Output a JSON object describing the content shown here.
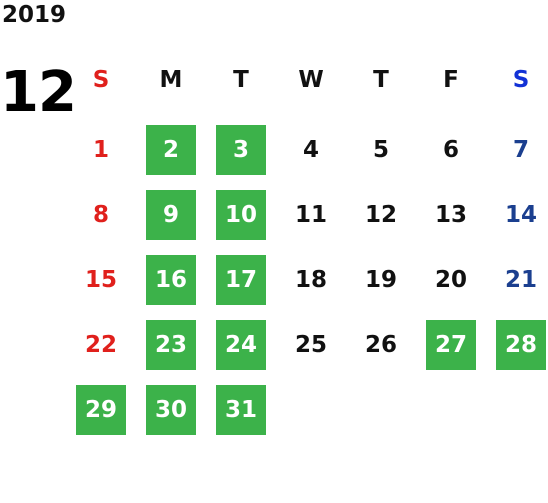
{
  "calendar": {
    "year": "2019",
    "month": "12",
    "weekdays": [
      "S",
      "M",
      "T",
      "W",
      "T",
      "F",
      "S"
    ],
    "first_weekday_index": 0,
    "colors": {
      "default": "#111111",
      "sunday": "#e0201c",
      "saturday": "#1b3f8f",
      "saturday_header": "#1232d6",
      "highlight_bg": "#3cb24a",
      "highlight_text": "#ffffff"
    },
    "days": [
      {
        "day": "1",
        "highlight": false
      },
      {
        "day": "2",
        "highlight": true
      },
      {
        "day": "3",
        "highlight": true
      },
      {
        "day": "4",
        "highlight": false
      },
      {
        "day": "5",
        "highlight": false
      },
      {
        "day": "6",
        "highlight": false
      },
      {
        "day": "7",
        "highlight": false
      },
      {
        "day": "8",
        "highlight": false
      },
      {
        "day": "9",
        "highlight": true
      },
      {
        "day": "10",
        "highlight": true
      },
      {
        "day": "11",
        "highlight": false
      },
      {
        "day": "12",
        "highlight": false
      },
      {
        "day": "13",
        "highlight": false
      },
      {
        "day": "14",
        "highlight": false
      },
      {
        "day": "15",
        "highlight": false
      },
      {
        "day": "16",
        "highlight": true
      },
      {
        "day": "17",
        "highlight": true
      },
      {
        "day": "18",
        "highlight": false
      },
      {
        "day": "19",
        "highlight": false
      },
      {
        "day": "20",
        "highlight": false
      },
      {
        "day": "21",
        "highlight": false
      },
      {
        "day": "22",
        "highlight": false
      },
      {
        "day": "23",
        "highlight": true
      },
      {
        "day": "24",
        "highlight": true
      },
      {
        "day": "25",
        "highlight": false
      },
      {
        "day": "26",
        "highlight": false
      },
      {
        "day": "27",
        "highlight": true
      },
      {
        "day": "28",
        "highlight": true
      },
      {
        "day": "29",
        "highlight": true
      },
      {
        "day": "30",
        "highlight": true
      },
      {
        "day": "31",
        "highlight": true
      }
    ]
  }
}
